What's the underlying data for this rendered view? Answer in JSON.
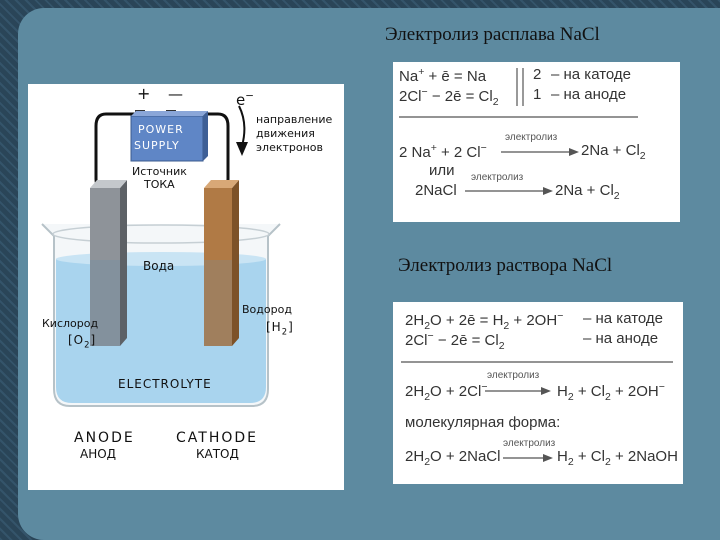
{
  "titles": {
    "melt": "Электролиз расплава NaCl",
    "solution": "Электролиз раствора NaCl"
  },
  "apparatus": {
    "plus": "+",
    "minus": "—",
    "electron": "e",
    "electron_sup": "−",
    "power_line1": "POWER",
    "power_line2": "SUPPLY",
    "source_line1": "Источник",
    "source_line2": "ТОКА",
    "direction_line1": "направление",
    "direction_line2": "движения",
    "direction_line3": "электронов",
    "water": "Вода",
    "oxygen": "Кислород",
    "oxygen_formula": "[O",
    "oxygen_sub": "2",
    "oxygen_close": "]",
    "hydrogen": "Водород",
    "hydrogen_formula": "[H",
    "hydrogen_sub": "2",
    "hydrogen_close": "]",
    "electrolyte": "ELECTROLYTE",
    "anode_en": "ANODE",
    "anode_ru": "АНОД",
    "cathode_en": "CATHODE",
    "cathode_ru": "КАТОД"
  },
  "melt": {
    "r1_a": "Na",
    "r1_a_sup": "+",
    "r1_b": " + ē = Na",
    "r2_a": "2Cl",
    "r2_a_sup": "−",
    "r2_b": " − 2ē = Cl",
    "r2_b_sub": "2",
    "r1_coef": "2",
    "r2_coef": "1",
    "r1_where": "–  на катоде",
    "r2_where": "–  на аноде",
    "arrow_label": "электролиз",
    "ionic_left": "2 Na",
    "ionic_left_sup": "+",
    "ionic_mid": " + 2 Cl",
    "ionic_mid_sup": "−",
    "ionic_right": "2Na + Cl",
    "ionic_right_sub": "2",
    "or": "или",
    "mol_left": "2NaCl",
    "mol_right": "2Na + Cl",
    "mol_right_sub": "2"
  },
  "solution": {
    "c_a": "2H",
    "c_a_sub": "2",
    "c_b": "O + 2ē = H",
    "c_b_sub": "2",
    "c_c": " + 2OH",
    "c_c_sup": "−",
    "c_where": "– на катоде",
    "a_a": "2Cl",
    "a_a_sup": "−",
    "a_b": " − 2ē = Cl",
    "a_b_sub": "2",
    "a_where": "– на аноде",
    "arrow_label": "электролиз",
    "ion_left_a": "2H",
    "ion_left_sub": "2",
    "ion_left_b": "O + 2Cl",
    "ion_left_sup": "−",
    "ion_right_a": "H",
    "ion_right_sub1": "2",
    "ion_right_b": " + Cl",
    "ion_right_sub2": "2",
    "ion_right_c": " + 2OH",
    "ion_right_sup": "−",
    "mol_caption": "молекулярная форма:",
    "mol_left_a": "2H",
    "mol_left_sub": "2",
    "mol_left_b": "O + 2NaCl",
    "mol_right_a": "H",
    "mol_right_sub1": "2",
    "mol_right_b": " + Cl",
    "mol_right_sub2": "2",
    "mol_right_c": " + 2NaOH"
  },
  "colors": {
    "slide": "#5d8aa0",
    "electrolyte": "#a9d4ee",
    "power_box": "#5f86c6",
    "copper": "#b07a45",
    "steel": "#8e9399"
  }
}
